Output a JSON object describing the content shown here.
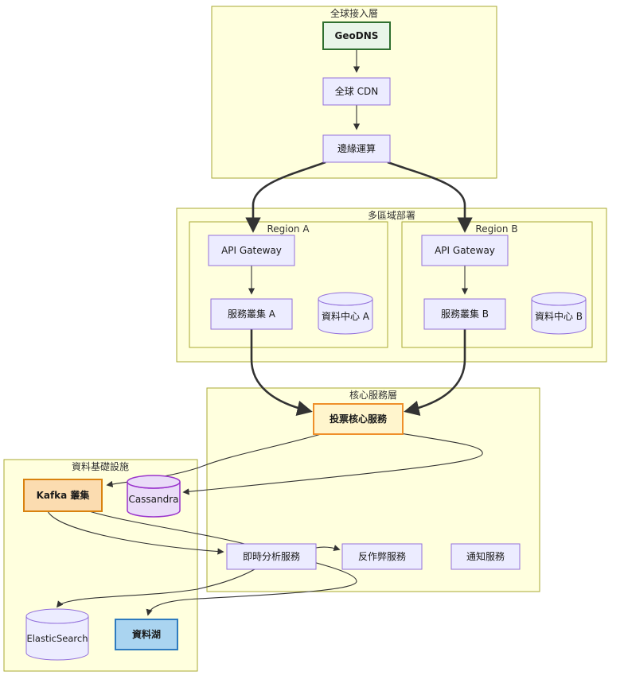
{
  "diagram": {
    "groups": {
      "global_access": {
        "title": "全球接入層"
      },
      "multi_region": {
        "title": "多區域部署"
      },
      "region_a": {
        "title": "Region A"
      },
      "region_b": {
        "title": "Region B"
      },
      "core_services": {
        "title": "核心服務層"
      },
      "data_infra": {
        "title": "資料基礎設施"
      }
    },
    "nodes": {
      "geodns": {
        "label": "GeoDNS"
      },
      "cdn": {
        "label": "全球 CDN"
      },
      "edge_compute": {
        "label": "邊緣運算"
      },
      "gateway_a": {
        "label": "API Gateway"
      },
      "cluster_a": {
        "label": "服務叢集 A"
      },
      "datacenter_a": {
        "label": "資料中心 A"
      },
      "gateway_b": {
        "label": "API Gateway"
      },
      "cluster_b": {
        "label": "服務叢集 B"
      },
      "datacenter_b": {
        "label": "資料中心 B"
      },
      "vote_core": {
        "label": "投票核心服務"
      },
      "analytics": {
        "label": "即時分析服務"
      },
      "anticheat": {
        "label": "反作弊服務"
      },
      "notify": {
        "label": "通知服務"
      },
      "kafka": {
        "label": "Kafka 叢集"
      },
      "cassandra": {
        "label": "Cassandra"
      },
      "elasticsearch": {
        "label": "ElasticSearch"
      },
      "datalake": {
        "label": "資料湖"
      }
    },
    "edges": [
      {
        "from": "GeoDNS",
        "to": "全球 CDN"
      },
      {
        "from": "全球 CDN",
        "to": "邊緣運算"
      },
      {
        "from": "邊緣運算",
        "to": "API Gateway (Region A)",
        "thick": true
      },
      {
        "from": "邊緣運算",
        "to": "API Gateway (Region B)",
        "thick": true
      },
      {
        "from": "API Gateway (Region A)",
        "to": "服務叢集 A"
      },
      {
        "from": "API Gateway (Region B)",
        "to": "服務叢集 B"
      },
      {
        "from": "服務叢集 A",
        "to": "投票核心服務",
        "thick": true
      },
      {
        "from": "服務叢集 B",
        "to": "投票核心服務",
        "thick": true
      },
      {
        "from": "投票核心服務",
        "to": "Kafka 叢集"
      },
      {
        "from": "投票核心服務",
        "to": "Cassandra"
      },
      {
        "from": "Kafka 叢集",
        "to": "即時分析服務"
      },
      {
        "from": "Kafka 叢集",
        "to": "資料湖"
      },
      {
        "from": "即時分析服務",
        "to": "反作弊服務"
      },
      {
        "from": "即時分析服務",
        "to": "ElasticSearch"
      }
    ],
    "colors": {
      "subgraph_fill": "#ffffde",
      "subgraph_border": "#aaaa33",
      "node_fill": "#ECECFF",
      "node_border": "#9370DB",
      "geodns_fill": "#e9f5e9",
      "geodns_border": "#2f6f2f",
      "vote_core_fill": "#fff5cd",
      "vote_core_border": "#ef8f2a",
      "kafka_fill": "#fbdcb0",
      "kafka_border": "#d9820f",
      "cassandra_border": "#9a33cc",
      "datalake_fill": "#aad4f0",
      "datalake_border": "#2f7bbf",
      "edge_stroke": "#333333"
    }
  }
}
